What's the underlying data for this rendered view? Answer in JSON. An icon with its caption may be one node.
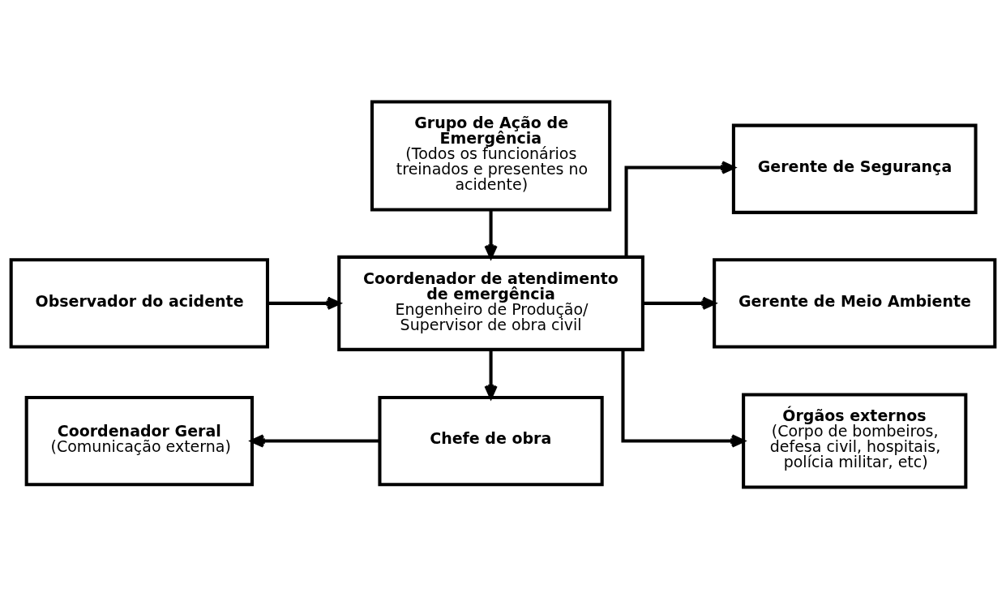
{
  "diagram": {
    "nodes": [
      {
        "text": [
          "Coordenador Geral",
          "(Comunicação externa)"
        ]
      },
      {
        "text": [
          "Chefe de obra"
        ]
      },
      {
        "text": [
          "Gerente de Segurança"
        ]
      },
      {
        "text": [
          "Observador do acidente"
        ]
      },
      {
        "text": [
          "Coordenador de atendimento de emergência",
          "Engenheiro de Produção/ Supervisor de obra civil"
        ]
      },
      {
        "text": [
          "Gerente de Meio Ambiente"
        ]
      },
      {
        "text": [
          "Grupo de Ação de Emergência",
          "(Todos os funcionários treinados e presentes no acidente)"
        ]
      },
      {
        "text": [
          "Órgãos externos",
          "(Corpo de bombeiros, defesa civil, hospitais, polícia militar, etc)"
        ]
      }
    ],
    "edges": [
      {
        "from": 1,
        "to": 0,
        "arrow": "to"
      },
      {
        "from": 4,
        "to": 1,
        "arrow": "to"
      },
      {
        "from": 3,
        "to": 4,
        "arrow": "to"
      },
      {
        "from": 6,
        "to": 4,
        "arrow": "to"
      },
      {
        "from": 4,
        "to": 2,
        "arrow": "to"
      },
      {
        "from": 4,
        "to": 5,
        "arrow": "to"
      },
      {
        "from": 4,
        "to": 7,
        "arrow": "to"
      }
    ]
  }
}
